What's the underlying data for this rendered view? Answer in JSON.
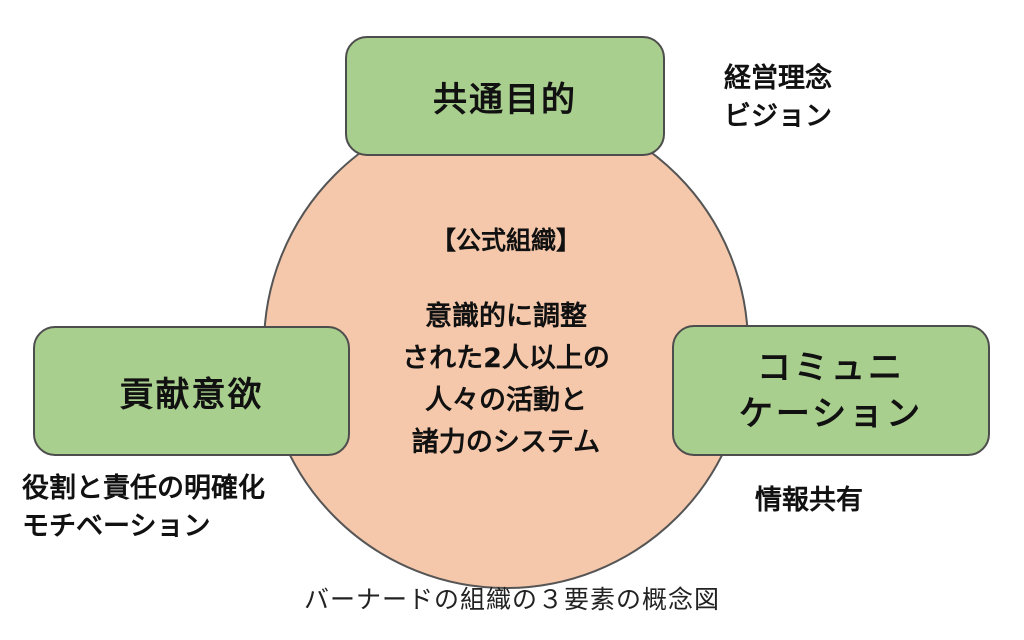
{
  "circle": {
    "heading": "【公式組織】",
    "lines": [
      "意識的に調整",
      "された2人以上の",
      "人々の活動と",
      "諸力のシステム"
    ]
  },
  "boxes": {
    "top": {
      "label": "共通目的"
    },
    "left": {
      "label": "貢献意欲"
    },
    "right": {
      "lines": [
        "コミュニ",
        "ケーション"
      ]
    }
  },
  "notes": {
    "top": [
      "経営理念",
      "ビジョン"
    ],
    "left": [
      "役割と責任の明確化",
      "モチベーション"
    ],
    "right": [
      "情報共有"
    ]
  },
  "caption": "バーナードの組織の３要素の概念図",
  "colors": {
    "circle_fill": "#f5c8ab",
    "box_fill": "#a9cf8e",
    "border": "#4d4d4d",
    "text": "#111111"
  }
}
